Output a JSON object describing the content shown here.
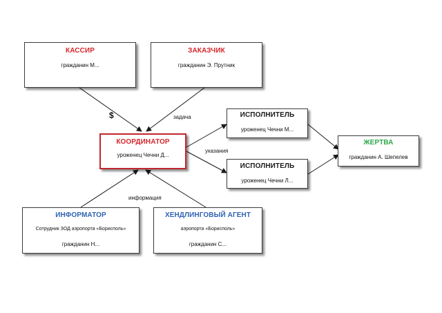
{
  "colors": {
    "red": "#d7262b",
    "blue": "#2f63b3",
    "green": "#2ea84a",
    "black": "#1a1a1a",
    "border": "#3a3a3a",
    "coordinator_border": "#c0272d"
  },
  "nodes": {
    "kassir": {
      "title": "КАССИР",
      "lines": [
        "гражданин  М..."
      ]
    },
    "zakazchik": {
      "title": "ЗАКАЗЧИК",
      "lines": [
        "гражданин Э. Прутник"
      ]
    },
    "koordinator": {
      "title": "КООРДИНАТОР",
      "lines": [
        "уроженец Чечни Д..."
      ]
    },
    "ispolnitel1": {
      "title": "ИСПОЛНИТЕЛЬ",
      "lines": [
        "уроженец Чечни М..."
      ]
    },
    "ispolnitel2": {
      "title": "ИСПОЛНИТЕЛЬ",
      "lines": [
        "уроженец Чечни Л..."
      ]
    },
    "zhertva": {
      "title": "ЖЕРТВА",
      "lines": [
        "гражданин А. Шепелев"
      ]
    },
    "informator": {
      "title": "ИНФОРМАТОР",
      "lines": [
        "Сотрудник ЗОД  аэропорта  «Борисполь»",
        "гражданин Н..."
      ]
    },
    "agent": {
      "title": "ХЕНДЛИНГОВЫЙ АГЕНТ",
      "lines": [
        "аэропорта  «Борисполь»",
        "гражданин С..."
      ]
    }
  },
  "edge_labels": {
    "money": "$",
    "task": "задача",
    "instructions": "указания",
    "information": "информация"
  }
}
